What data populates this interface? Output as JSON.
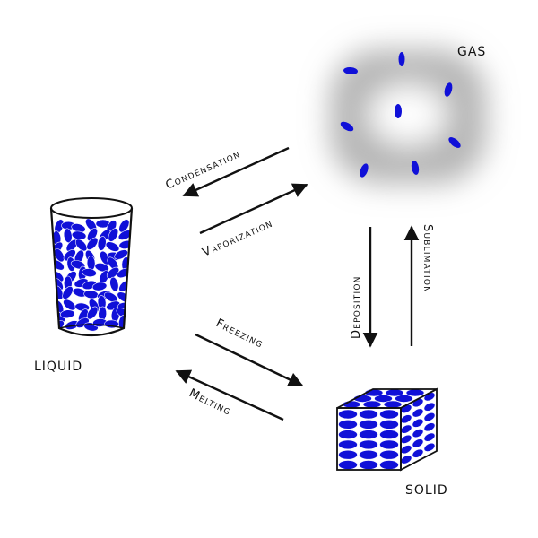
{
  "diagram": {
    "states": {
      "gas": "GAS",
      "liquid": "LIQUID",
      "solid": "SOLID"
    },
    "processes": {
      "condensation": "Condensation",
      "vaporization": "Vaporization",
      "deposition": "Deposition",
      "sublimation": "Sublimation",
      "freezing": "Freezing",
      "melting": "Melting"
    }
  },
  "colors": {
    "particle": "#1010d8",
    "gas_cloud": "#9a9a9a",
    "outline": "#111111"
  }
}
